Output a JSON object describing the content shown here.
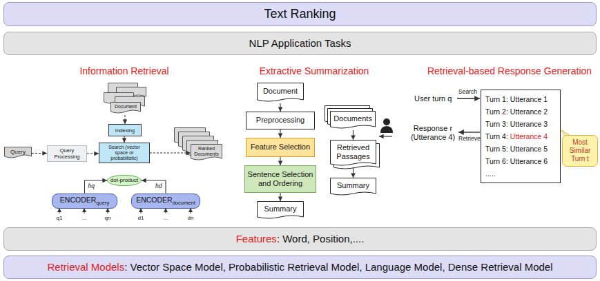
{
  "diagram": {
    "title": "Text Ranking",
    "nodes": [
      {
        "text": [
          "NLP Application Tasks"
        ]
      },
      {
        "text": [
          "Document"
        ]
      },
      {
        "text": [
          "Indexing"
        ]
      },
      {
        "text": [
          "Query"
        ]
      },
      {
        "text": [
          "Query Processing"
        ]
      },
      {
        "text": [
          "Search (vector space or probabilistic)"
        ]
      },
      {
        "text": [
          "Ranked Documents"
        ]
      },
      {
        "text": [
          "dot-product"
        ]
      },
      {
        "text": [
          "ENCODER",
          "query"
        ]
      },
      {
        "text": [
          "ENCODER",
          "document"
        ]
      },
      {
        "text": [
          "Document"
        ]
      },
      {
        "text": [
          "Preprocessing"
        ]
      },
      {
        "text": [
          "Feature Selection"
        ]
      },
      {
        "text": [
          "Sentence Selection and Ordering"
        ]
      },
      {
        "text": [
          "Summary"
        ]
      },
      {
        "text": [
          "Documents"
        ]
      },
      {
        "text": [
          "Retrieved Passages"
        ]
      },
      {
        "text": [
          "Summary"
        ]
      },
      {
        "text": [
          "Turn 1: Utterance 1",
          "Turn 2: Utterance 2",
          "Turn 3: Utterance 3",
          "Turn 4:",
          "Utterance 4",
          "Turn 5: Utterance 5",
          "Turn 6: Utterance 6",
          "....."
        ]
      },
      {
        "text": [
          "Most Similar Turn t"
        ]
      },
      {
        "text": [
          "Features",
          ": Word, Position,...."
        ]
      },
      {
        "text": [
          "Retrieval Models",
          ": Vector Space Model, Probabilistic Retrieval Model, Language Model, Dense Retrieval Model"
        ]
      }
    ],
    "edges": [
      {
        "from": 1,
        "to": 2,
        "arrow": "to"
      },
      {
        "from": 2,
        "to": 5,
        "arrow": "to"
      },
      {
        "from": 3,
        "to": 4,
        "arrow": "to"
      },
      {
        "from": 4,
        "to": 5,
        "arrow": "to"
      },
      {
        "from": 5,
        "to": 6,
        "arrow": "to"
      },
      {
        "from": 8,
        "to": 7,
        "arrow": "to",
        "label": "hq"
      },
      {
        "from": 9,
        "to": 7,
        "arrow": "to",
        "label": "hd"
      },
      {
        "from": 10,
        "to": 11,
        "arrow": "to"
      },
      {
        "from": 11,
        "to": 12,
        "arrow": "to"
      },
      {
        "from": 12,
        "to": 13,
        "arrow": "to"
      },
      {
        "from": 13,
        "to": 14,
        "arrow": "to"
      },
      {
        "from": 15,
        "to": 16,
        "arrow": "to"
      },
      {
        "from": 16,
        "to": 17,
        "arrow": "to"
      }
    ],
    "labels": [
      "Information Retrieval",
      "Extractive Summarization",
      "Retrieval-based Response Generation",
      "q1",
      "...",
      "qn",
      "d1",
      "...",
      "dn",
      "User turn q",
      "Search",
      "Response r (Utterance 4)",
      "Retrieve"
    ]
  }
}
